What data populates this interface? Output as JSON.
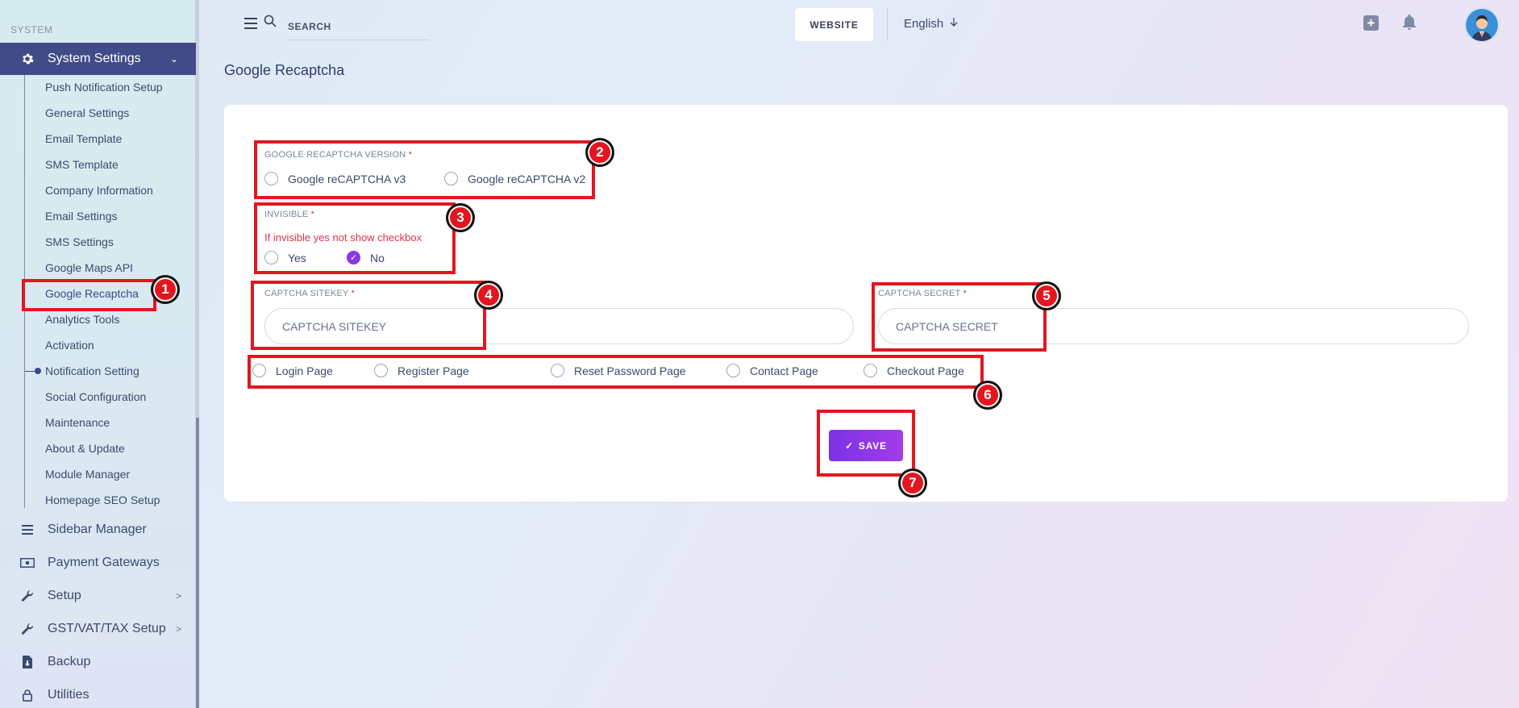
{
  "sidebar": {
    "section_label": "SYSTEM",
    "active_parent": {
      "label": "System Settings",
      "icon": "gear-icon"
    },
    "sub_items": [
      {
        "label": "Push Notification Setup"
      },
      {
        "label": "General Settings"
      },
      {
        "label": "Email Template"
      },
      {
        "label": "SMS Template"
      },
      {
        "label": "Company Information"
      },
      {
        "label": "Email Settings"
      },
      {
        "label": "SMS Settings"
      },
      {
        "label": "Google Maps API"
      },
      {
        "label": "Google Recaptcha",
        "active": true
      },
      {
        "label": "Analytics Tools"
      },
      {
        "label": "Activation"
      },
      {
        "label": "Notification Setting"
      },
      {
        "label": "Social Configuration"
      },
      {
        "label": "Maintenance"
      },
      {
        "label": "About & Update"
      },
      {
        "label": "Module Manager"
      },
      {
        "label": "Homepage SEO Setup"
      }
    ],
    "main_items": [
      {
        "label": "Sidebar Manager",
        "icon": "list-icon"
      },
      {
        "label": "Payment Gateways",
        "icon": "money-icon"
      },
      {
        "label": "Setup",
        "icon": "wrench-icon",
        "chevron": ">"
      },
      {
        "label": "GST/VAT/TAX Setup",
        "icon": "wrench-icon",
        "chevron": ">"
      },
      {
        "label": "Backup",
        "icon": "file-download-icon"
      },
      {
        "label": "Utilities",
        "icon": "lock-icon"
      }
    ]
  },
  "header": {
    "search_placeholder": "SEARCH",
    "website_label": "WEBSITE",
    "language": "English"
  },
  "page": {
    "title": "Google Recaptcha"
  },
  "form": {
    "version": {
      "label": "GOOGLE RECAPTCHA VERSION",
      "required_mark": "*",
      "options": [
        "Google reCAPTCHA v3",
        "Google reCAPTCHA v2"
      ],
      "selected": null
    },
    "invisible": {
      "label": "INVISIBLE",
      "required_mark": "*",
      "hint": "If invisible yes not show checkbox",
      "options": [
        "Yes",
        "No"
      ],
      "selected": "No"
    },
    "sitekey": {
      "label": "CAPTCHA SITEKEY",
      "required_mark": "*",
      "placeholder": "CAPTCHA SITEKEY",
      "value": ""
    },
    "secret": {
      "label": "CAPTCHA SECRET",
      "required_mark": "*",
      "placeholder": "CAPTCHA SECRET",
      "value": ""
    },
    "pages": [
      "Login Page",
      "Register Page",
      "Reset Password Page",
      "Contact Page",
      "Checkout Page"
    ],
    "save_label": "SAVE"
  },
  "annotations": [
    "1",
    "2",
    "3",
    "4",
    "5",
    "6",
    "7"
  ],
  "colors": {
    "annotation_red": "#e3161f",
    "sidebar_active": "#414b87",
    "accent_purple": "#8b36e8",
    "required_red": "#e0314b"
  }
}
